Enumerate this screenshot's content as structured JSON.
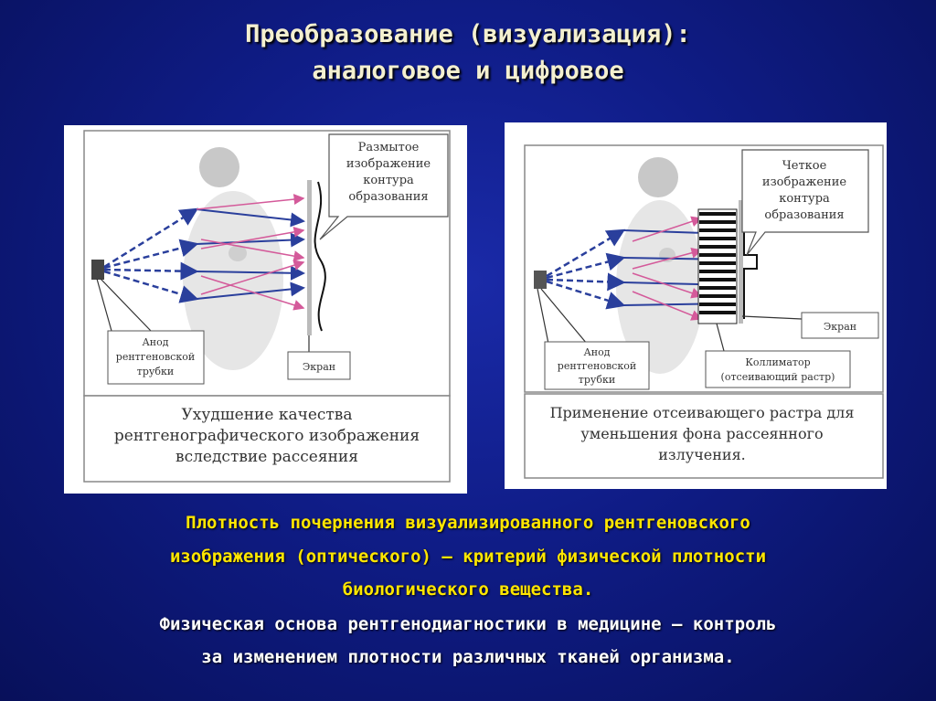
{
  "title": {
    "line1": "Преобразование (визуализация):",
    "line2": "аналоговое и цифровое"
  },
  "left_panel": {
    "callout_blurred": [
      "Размытое",
      "изображение",
      "контура",
      "образования"
    ],
    "anode": [
      "Анод",
      "рентгеновской",
      "трубки"
    ],
    "screen": "Экран",
    "caption": [
      "Ухудшение качества",
      "рентгенографического изображения",
      "вследствие рассеяния"
    ]
  },
  "right_panel": {
    "callout_sharp": [
      "Четкое",
      "изображение",
      "контура",
      "образования"
    ],
    "screen": "Экран",
    "anode": [
      "Анод",
      "рентгеновской",
      "трубки"
    ],
    "collimator": [
      "Коллиматор",
      "(отсеивающий растр)"
    ],
    "caption": [
      "Применение отсеивающего растра для",
      "уменьшения фона рассеянного",
      "излучения."
    ]
  },
  "bottom_text": {
    "yellow_lines": [
      "Плотность почернения визуализированного рентгеновского",
      "изображения (оптического) – критерий физической плотности",
      "биологического вещества."
    ],
    "white_lines": [
      "Физическая основа рентгенодиагностики в медицине – контроль",
      "за изменением плотности различных тканей организма."
    ]
  },
  "colors": {
    "background": "#0f1c86",
    "title": "#f4f0d0",
    "yellow_text": "#ffe600",
    "white_text": "#ffffff",
    "beam_blue": "#2a3f9c",
    "scatter_pink": "#d45a9a"
  }
}
